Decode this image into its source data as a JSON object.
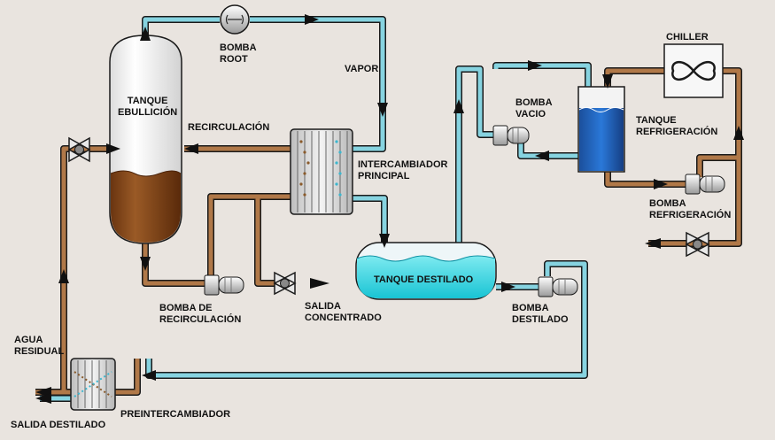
{
  "labels": {
    "bomba_root": [
      "BOMBA",
      "ROOT"
    ],
    "vapor": "VAPOR",
    "tanque_ebullicion": [
      "TANQUE",
      "EBULLICIÓN"
    ],
    "recirculacion": "RECIRCULACIÓN",
    "intercambiador_principal": [
      "INTERCAMBIADOR",
      "PRINCIPAL"
    ],
    "bomba_vacio": [
      "BOMBA",
      "VACIO"
    ],
    "chiller": "CHILLER",
    "tanque_refrigeracion": [
      "TANQUE",
      "REFRIGERACIÓN"
    ],
    "bomba_refrigeracion": [
      "BOMBA",
      "REFRIGERACIÓN"
    ],
    "tanque_destilado": "TANQUE DESTILADO",
    "bomba_destilado": [
      "BOMBA",
      "DESTILADO"
    ],
    "bomba_recirculacion": [
      "BOMBA DE",
      "RECIRCULACIÓN"
    ],
    "salida_concentrado": [
      "SALIDA",
      "CONCENTRADO"
    ],
    "agua_residual": [
      "AGUA",
      "RESIDUAL"
    ],
    "preintercambiador": "PREINTERCAMBIADOR",
    "salida_destilado": "SALIDA DESTILADO"
  },
  "colors": {
    "background": "#e9e4df",
    "hot_pipe": "#b07848",
    "cold_pipe": "#86d3e0",
    "pipe_outline": "#1a1a1a",
    "boiling_liquid": "#7a4016",
    "distillate": "#1fd3e0",
    "coolant": "#1e5fb8"
  },
  "icons": [
    "pump-icon",
    "valve-icon",
    "arrow-icon",
    "fan-icon",
    "heat-exchanger-icon"
  ]
}
